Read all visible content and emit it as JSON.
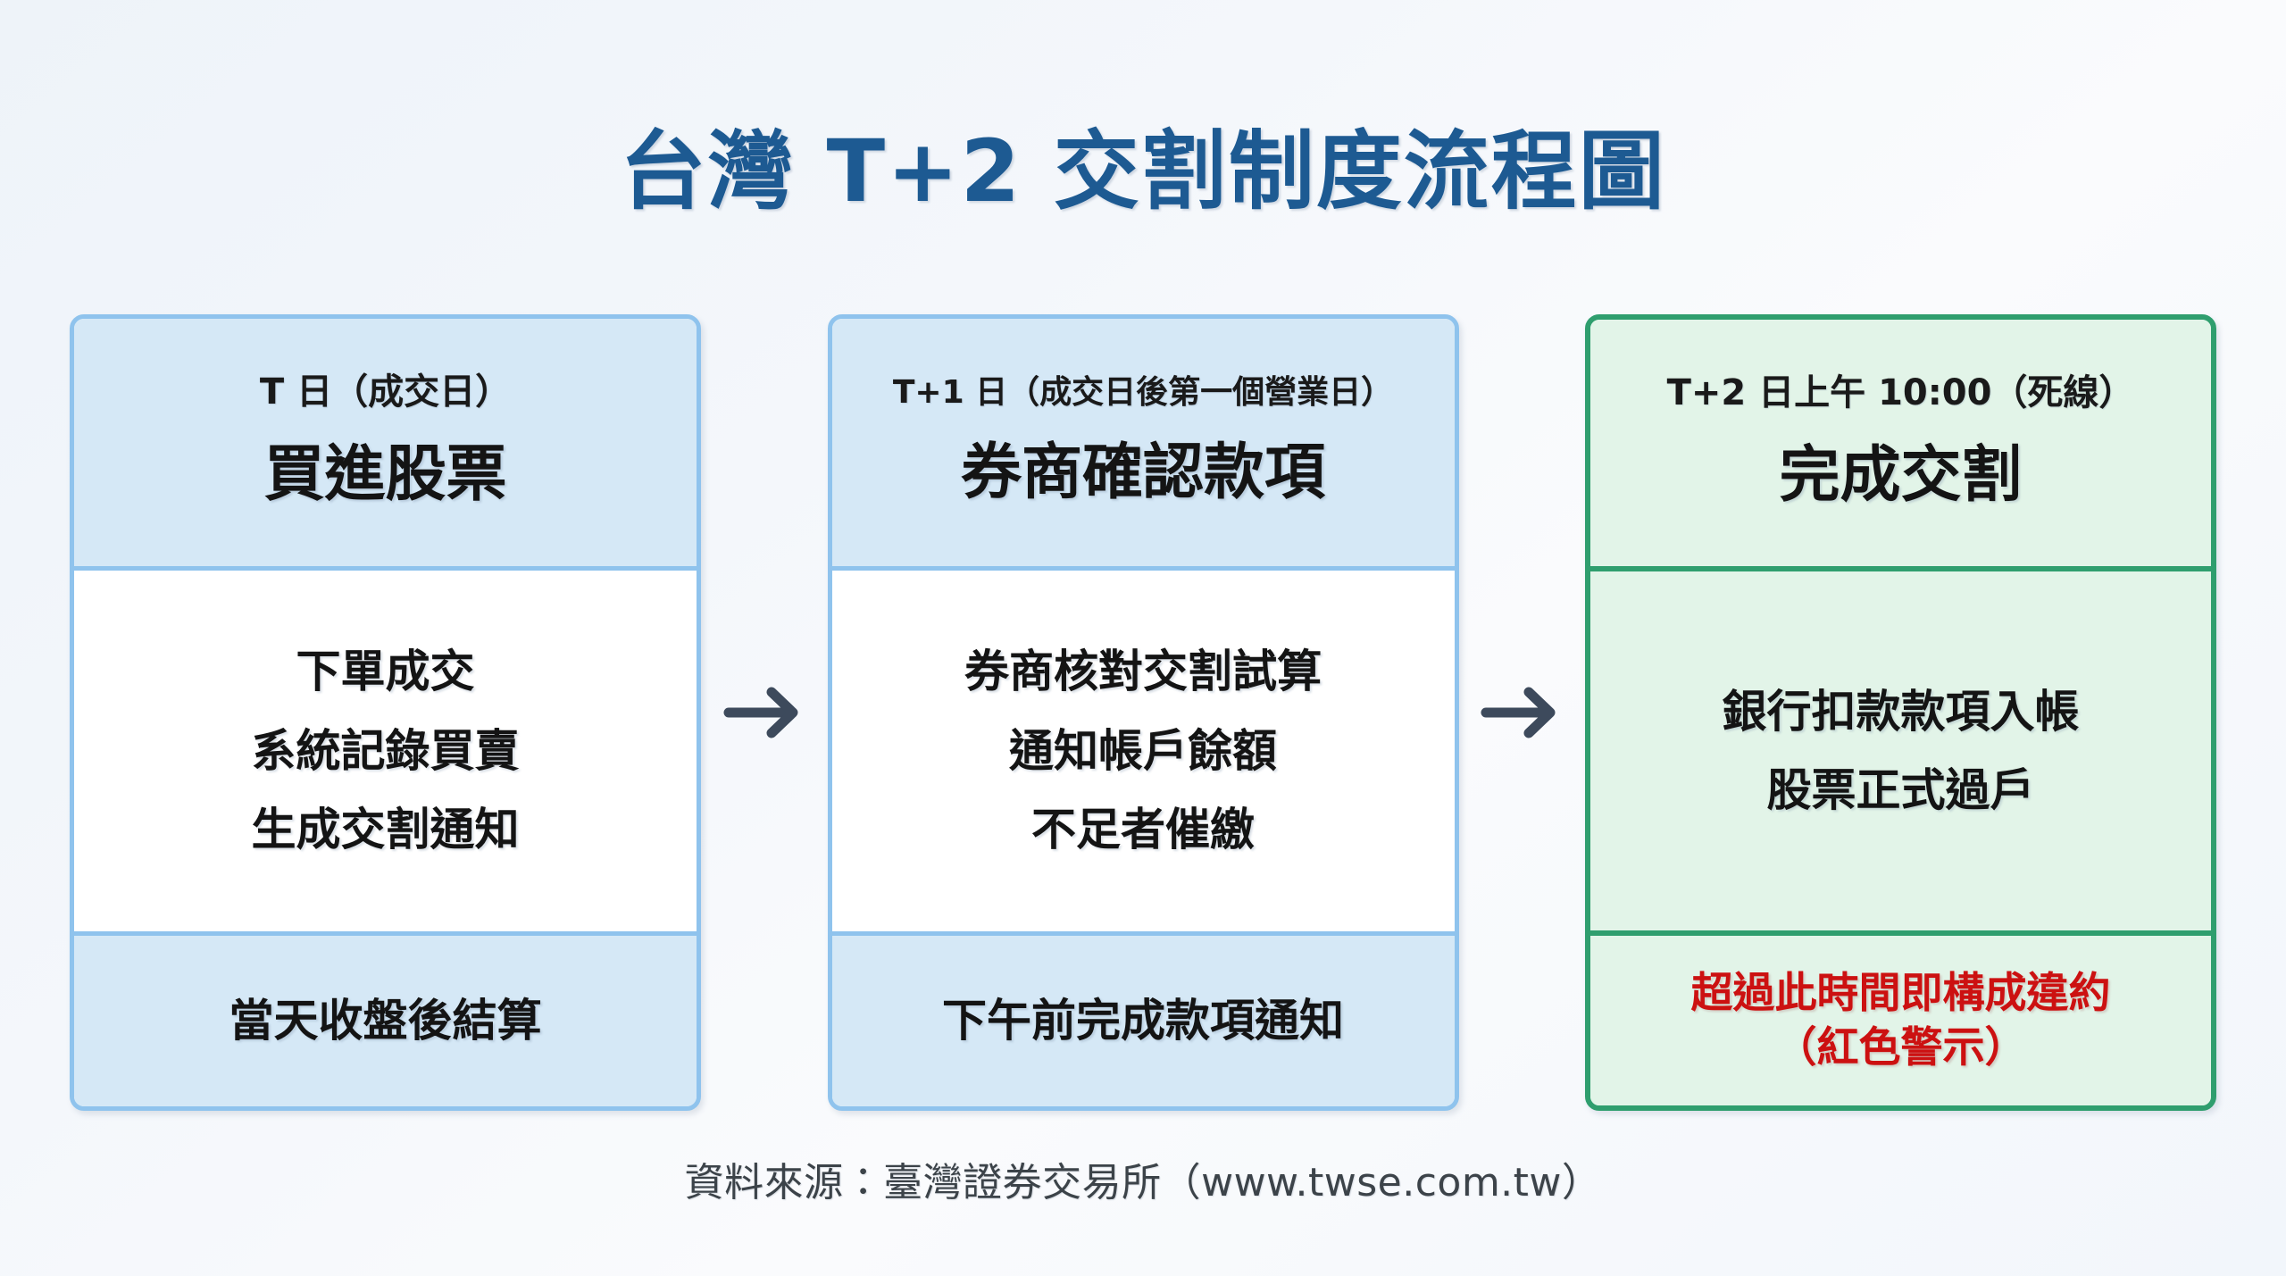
{
  "title": "台灣 T+2 交割制度流程圖",
  "colors": {
    "title_blue": "#1d5a92",
    "card_blue_border": "#8fc3ed",
    "card_blue_fill": "#d5e8f6",
    "card_green_border": "#2f9e6e",
    "card_green_fill": "#e2f4e8",
    "warning_red": "#cc1111",
    "arrow_slate": "#3d4a5c",
    "background": "#f2f6fb"
  },
  "arrows": {
    "icon": "arrow-right-icon",
    "glyph": "→"
  },
  "steps": [
    {
      "id": "step-t",
      "theme": "blue",
      "date_label": "T 日（成交日）",
      "heading": "買進股票",
      "body_lines": [
        "下單成交",
        "系統記錄買賣",
        "生成交割通知"
      ],
      "footer_lines": [
        "當天收盤後結算"
      ],
      "footer_warning": false
    },
    {
      "id": "step-t-plus-1",
      "theme": "blue",
      "date_label": "T+1 日（成交日後第一個營業日）",
      "heading": "券商確認款項",
      "body_lines": [
        "券商核對交割試算",
        "通知帳戶餘額",
        "不足者催繳"
      ],
      "footer_lines": [
        "下午前完成款項通知"
      ],
      "footer_warning": false
    },
    {
      "id": "step-t-plus-2",
      "theme": "green",
      "date_label": "T+2 日上午 10:00（死線）",
      "heading": "完成交割",
      "body_lines": [
        "銀行扣款款項入帳",
        "股票正式過戶"
      ],
      "footer_lines": [
        "超過此時間即構成違約",
        "（紅色警示）"
      ],
      "footer_warning": true
    }
  ],
  "source": "資料來源：臺灣證券交易所（www.twse.com.tw）"
}
